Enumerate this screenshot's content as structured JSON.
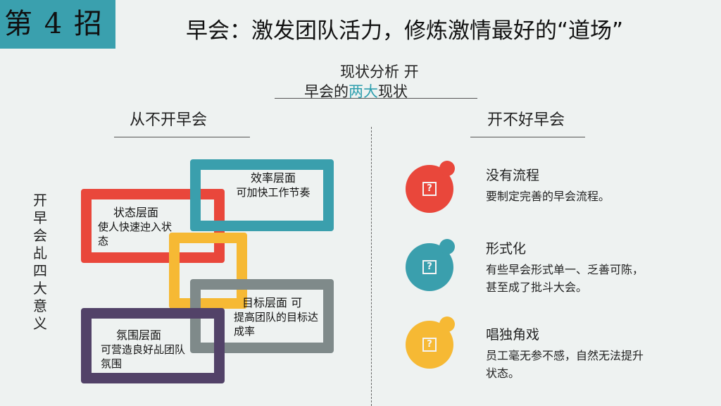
{
  "header": {
    "badge": "第 4 招",
    "title": "早会：激发团队活力，修炼激情最好的“道场”"
  },
  "subtitle": {
    "line1": "现状分析 开",
    "line2_pre": "早会的",
    "line2_highlight": "两大",
    "line2_post": "现状"
  },
  "left": {
    "heading": "从不开早会",
    "vertical_label": "开早会乩四大意义",
    "frames": [
      {
        "title": "效率层面",
        "desc": "可加快工作节奏",
        "color": "#3a9fad"
      },
      {
        "title": "状态层面",
        "desc": "使人快速迚入状态",
        "color": "#e9473b"
      },
      {
        "title": "",
        "desc": "",
        "color": "#f6b934"
      },
      {
        "title": "目标层面 可",
        "desc": "提高团队的目标达成率",
        "color": "#7f8a8a"
      },
      {
        "title": "氛围层面",
        "desc": "可营造良好乩团队氛围",
        "color": "#524268"
      }
    ]
  },
  "right": {
    "heading": "开不好早会",
    "items": [
      {
        "title": "没有流程",
        "desc": "要制定完善的早会流程。",
        "color": "#e9473b",
        "icon": "question-icon"
      },
      {
        "title": "形式化",
        "desc": "有些早会形式单一、乏善可陈，甚至成了批斗大会。",
        "color": "#3a9fad",
        "icon": "question-icon"
      },
      {
        "title": "唱独角戏",
        "desc": "员工毫无参不感，自然无法提升状态。",
        "color": "#f6b934",
        "icon": "question-icon"
      }
    ]
  }
}
